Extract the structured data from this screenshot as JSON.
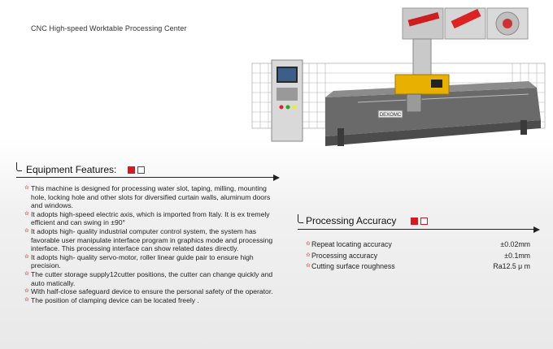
{
  "page_title": "CNC High-speed Worktable Processing Center",
  "equipment": {
    "heading": "Equipment Features:",
    "features": [
      "This machine is designed for processing water slot, taping, milling, mounting hole, locking hole and other slots for diversified curtain walls, aluminum doors and windows.",
      "It adopts high-speed electric axis, which is imported from Italy. It is ex tremely efficient and can swing in ±90°",
      "It adopts high- quality industrial computer control system, the system has favorable user manipulate interface program in graphics mode and processing interface. This processing interface can show related dates directly.",
      "It adopts high- quality servo-motor, roller linear guide pair to ensure high precision.",
      "The cutter storage supply12cutter positions, the cutter can change quickly and auto    matically.",
      "With half-close safeguard device to ensure the personal safety of the operator.",
      "The position of clamping device can be located freely ."
    ]
  },
  "accuracy": {
    "heading": "Processing Accuracy",
    "rows": [
      {
        "label": "Repeat locating accuracy",
        "value": "±0.02mm"
      },
      {
        "label": "Processing accuracy",
        "value": "±0.1mm"
      },
      {
        "label": "Cutting surface roughness",
        "value": "Ra12.5 μ m"
      }
    ]
  },
  "brand_plate": "DEXOMC",
  "colors": {
    "accent": "#e0141e",
    "machine_body": "#6a6a6a",
    "spindle": "#e8b000"
  }
}
